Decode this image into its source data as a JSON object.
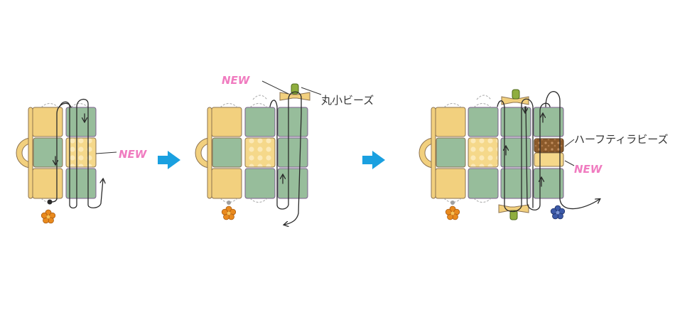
{
  "labels": {
    "new_1": "NEW",
    "new_2": "NEW",
    "new_3": "NEW",
    "maru_sho_beads": "丸小ビーズ",
    "half_tila_beads": "ハーフティラビーズ"
  },
  "colors": {
    "yellow_bead": "#f2d07e",
    "green_bead": "#97bd9b",
    "patterned_bead": "#f5d88a",
    "brown_bead": "#8b5a2b",
    "bead_outline": "#8d7350",
    "green_outline": "#7b5f8e",
    "arrow_blue": "#1aa0e0",
    "new_pink": "#f07cc0",
    "flower_orange": "#e98a1e",
    "flower_blue": "#3d5aa8",
    "small_bead_green": "#8fae3e"
  },
  "icons": [
    "arrow-right-icon",
    "flower-orange-icon",
    "flower-blue-icon",
    "jump-ring-icon"
  ]
}
